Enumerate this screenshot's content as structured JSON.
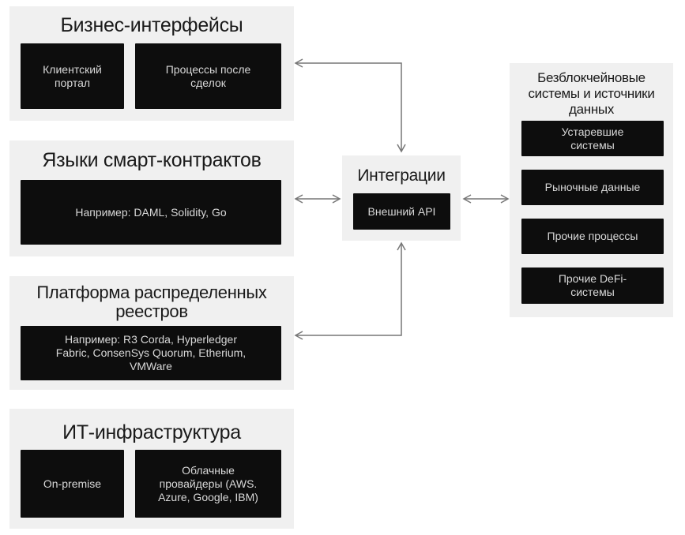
{
  "business": {
    "title": "Бизнес-интерфейсы",
    "items": [
      "Клиентский\nпортал",
      "Процессы после\nсделок"
    ]
  },
  "smart": {
    "title": "Языки смарт-контрактов",
    "items": [
      "Например: DAML, Solidity, Go"
    ]
  },
  "dlt": {
    "title": "Платформа распределенных\nреестров",
    "items": [
      "Например: R3 Corda, Hyperledger\nFabric, ConsenSys Quorum, Etherium,\nVMWare"
    ]
  },
  "infra": {
    "title": "ИТ-инфраструктура",
    "items": [
      "On-premise",
      "Облачные\nпровайдеры (AWS.\nAzure, Google, IBM)"
    ]
  },
  "integration": {
    "title": "Интеграции",
    "items": [
      "Внешний API"
    ]
  },
  "nonblockchain": {
    "title": "Безблокчейновые\nсистемы и источники\nданных",
    "items": [
      "Устаревшие\nсистемы",
      "Рыночные данные",
      "Прочие процессы",
      "Прочие DeFi-\nсистемы"
    ]
  },
  "colors": {
    "panel": "#f0f0f0",
    "box": "#0d0d0d",
    "arrow": "#777777"
  }
}
